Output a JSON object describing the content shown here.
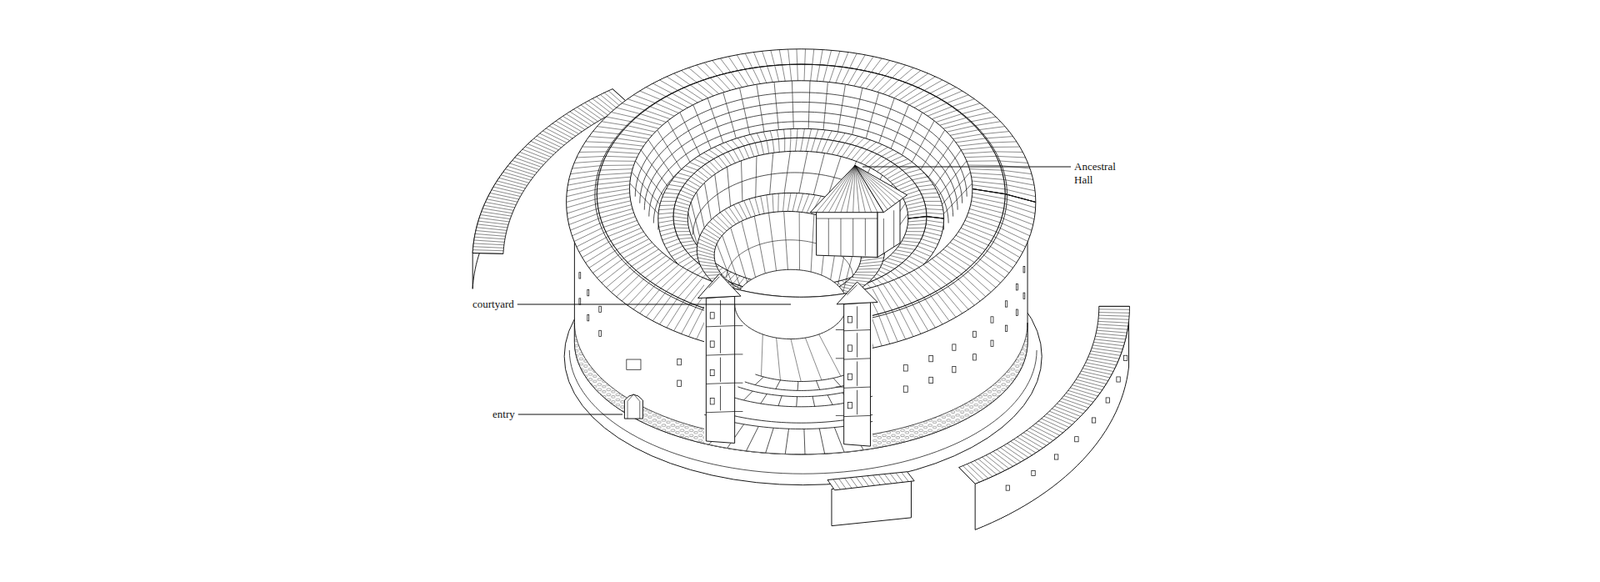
{
  "diagram": {
    "labels": [
      "Ancestral Hall",
      "courtyard",
      "entry"
    ]
  }
}
